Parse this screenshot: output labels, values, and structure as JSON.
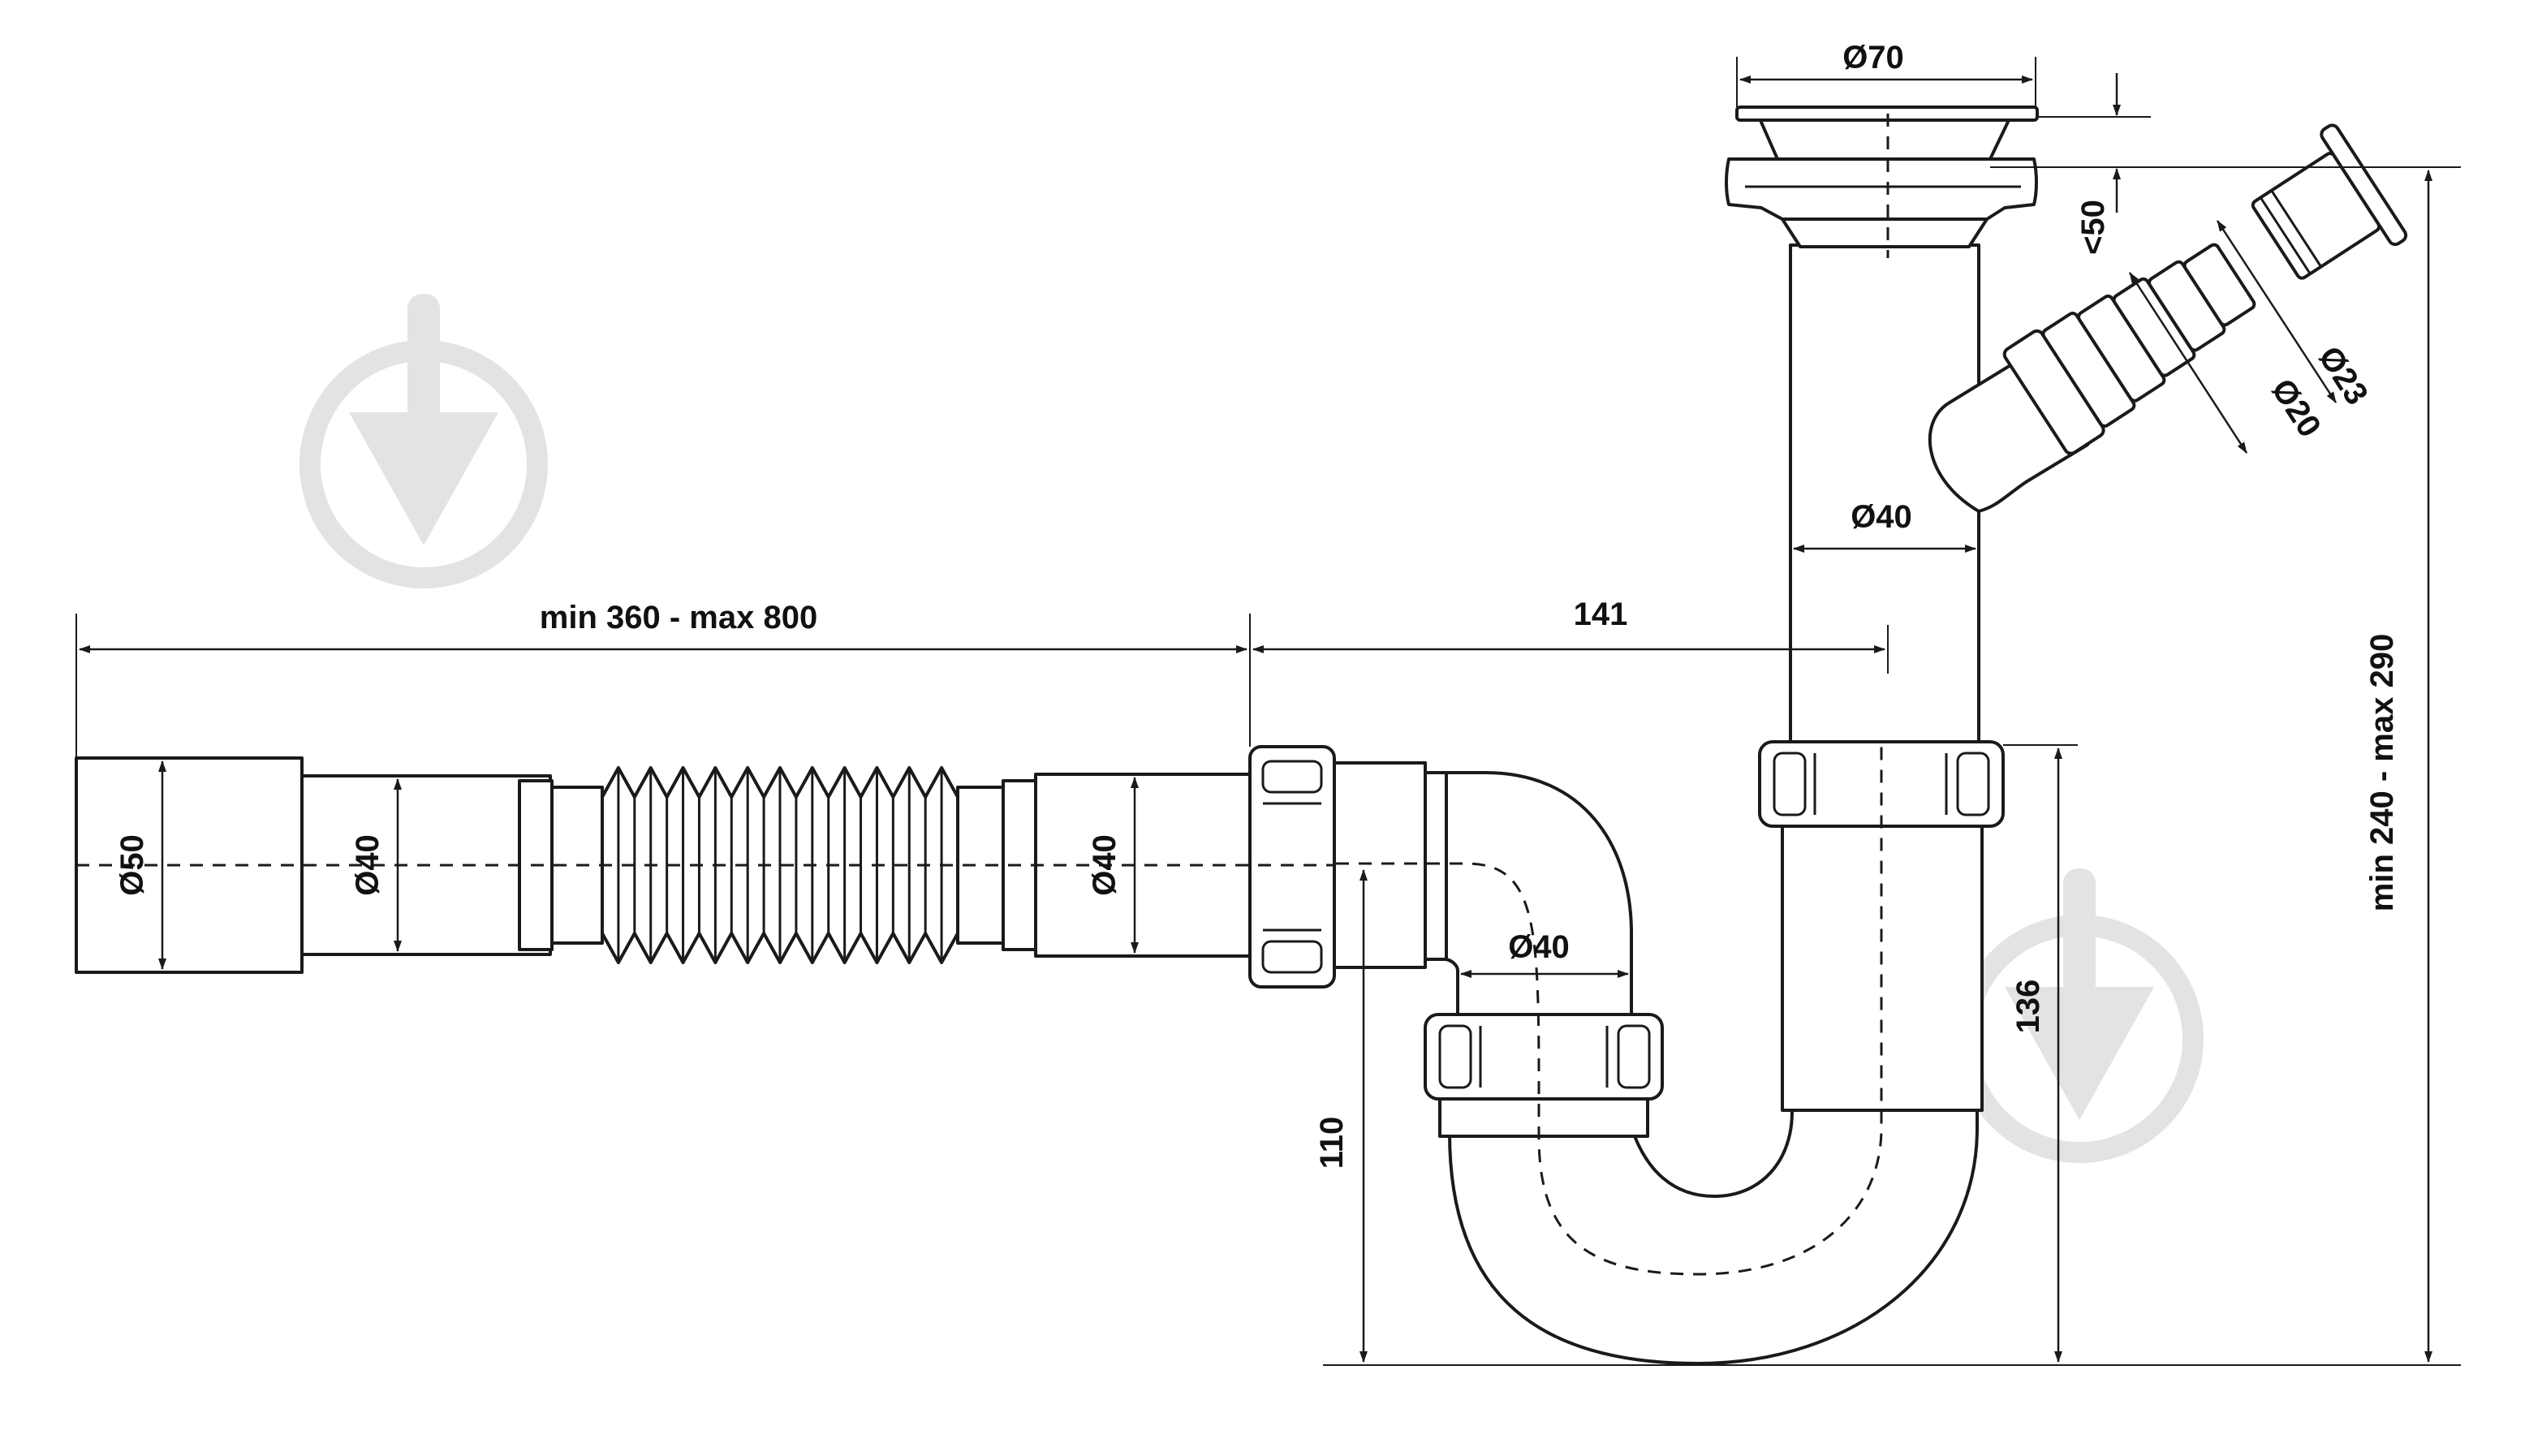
{
  "colors": {
    "line": "#1a1a1a",
    "watermark": "#e3e3e3",
    "background": "#ffffff"
  },
  "dimensions": {
    "grate_diameter": "Ø70",
    "grate_height": "<50",
    "stand_pipe_diameter": "Ø40",
    "hose_outer_diameter": "Ø23",
    "hose_inner_diameter": "Ø20",
    "total_height": "min 240 - max 290",
    "outlet_length": "min 360 - max 800",
    "offset": "141",
    "outlet_end_diameter": "Ø50",
    "corrugated_left_diameter": "Ø40",
    "corrugated_right_diameter": "Ø40",
    "trap_diameter": "Ø40",
    "outlet_height": "110",
    "trap_height": "136"
  }
}
